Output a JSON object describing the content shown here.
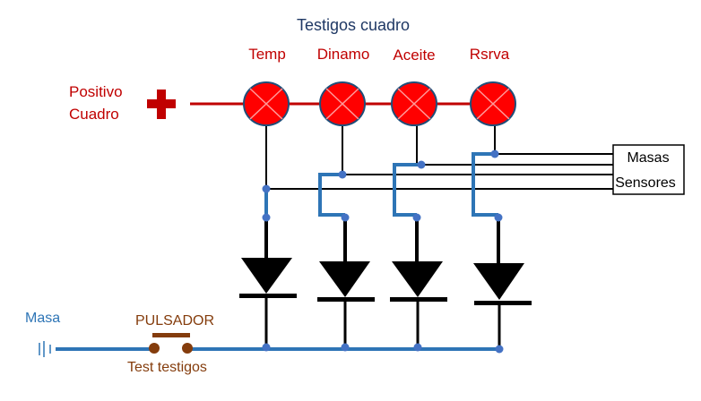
{
  "title": "Testigos cuadro",
  "lamps": [
    {
      "label": "Temp"
    },
    {
      "label": "Dinamo"
    },
    {
      "label": "Aceite"
    },
    {
      "label": "Rsrva"
    }
  ],
  "positive": {
    "line1": "Positivo",
    "line2": "Cuadro"
  },
  "ground": {
    "label": "Masa"
  },
  "button": {
    "label": "PULSADOR",
    "caption": "Test testigos"
  },
  "sensors_box": {
    "line1": "Masas",
    "line2": "Sensores"
  },
  "colors": {
    "lamp_fill": "#ff0000",
    "lamp_border": "#1f4e79",
    "positive_line": "#c00000",
    "ground_line": "#2e75b6",
    "wire": "#000000",
    "button": "#843c0c",
    "node": "#4472c4"
  }
}
